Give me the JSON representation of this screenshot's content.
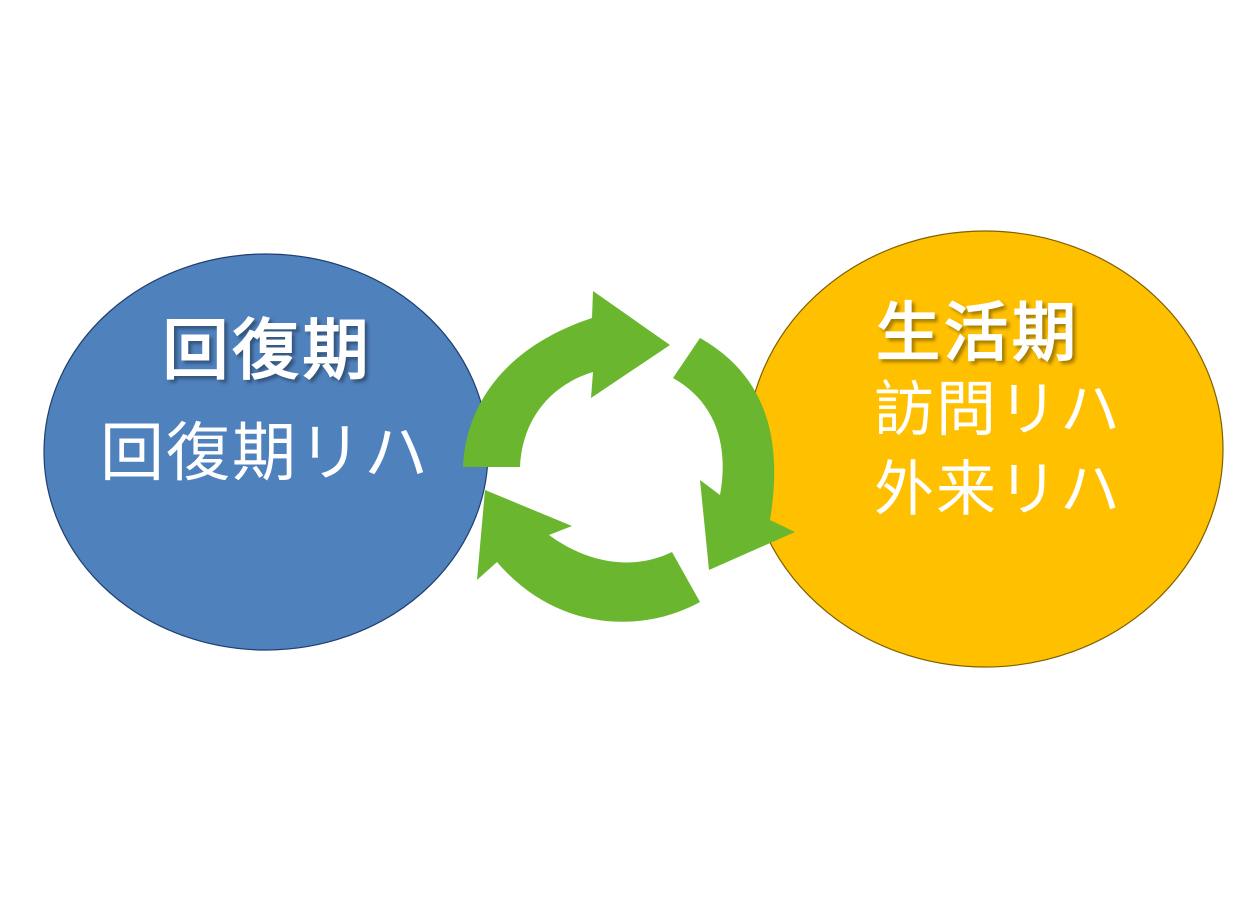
{
  "diagram": {
    "type": "cycle",
    "colors": {
      "left_fill": "#4F81BD",
      "left_stroke": "#1F3F6E",
      "right_fill": "#FFC000",
      "right_stroke": "#7F6000",
      "arrow_fill": "#6AB72F",
      "text": "#FFFFFF"
    },
    "left": {
      "title": "回復期",
      "items": [
        "回復期リハ"
      ]
    },
    "right": {
      "title": "生活期",
      "items": [
        "訪問リハ",
        "外来リハ"
      ]
    },
    "cycle_arrows": [
      {
        "name": "arrow-top",
        "direction": "clockwise"
      },
      {
        "name": "arrow-right",
        "direction": "clockwise"
      },
      {
        "name": "arrow-bottom",
        "direction": "clockwise"
      }
    ]
  }
}
